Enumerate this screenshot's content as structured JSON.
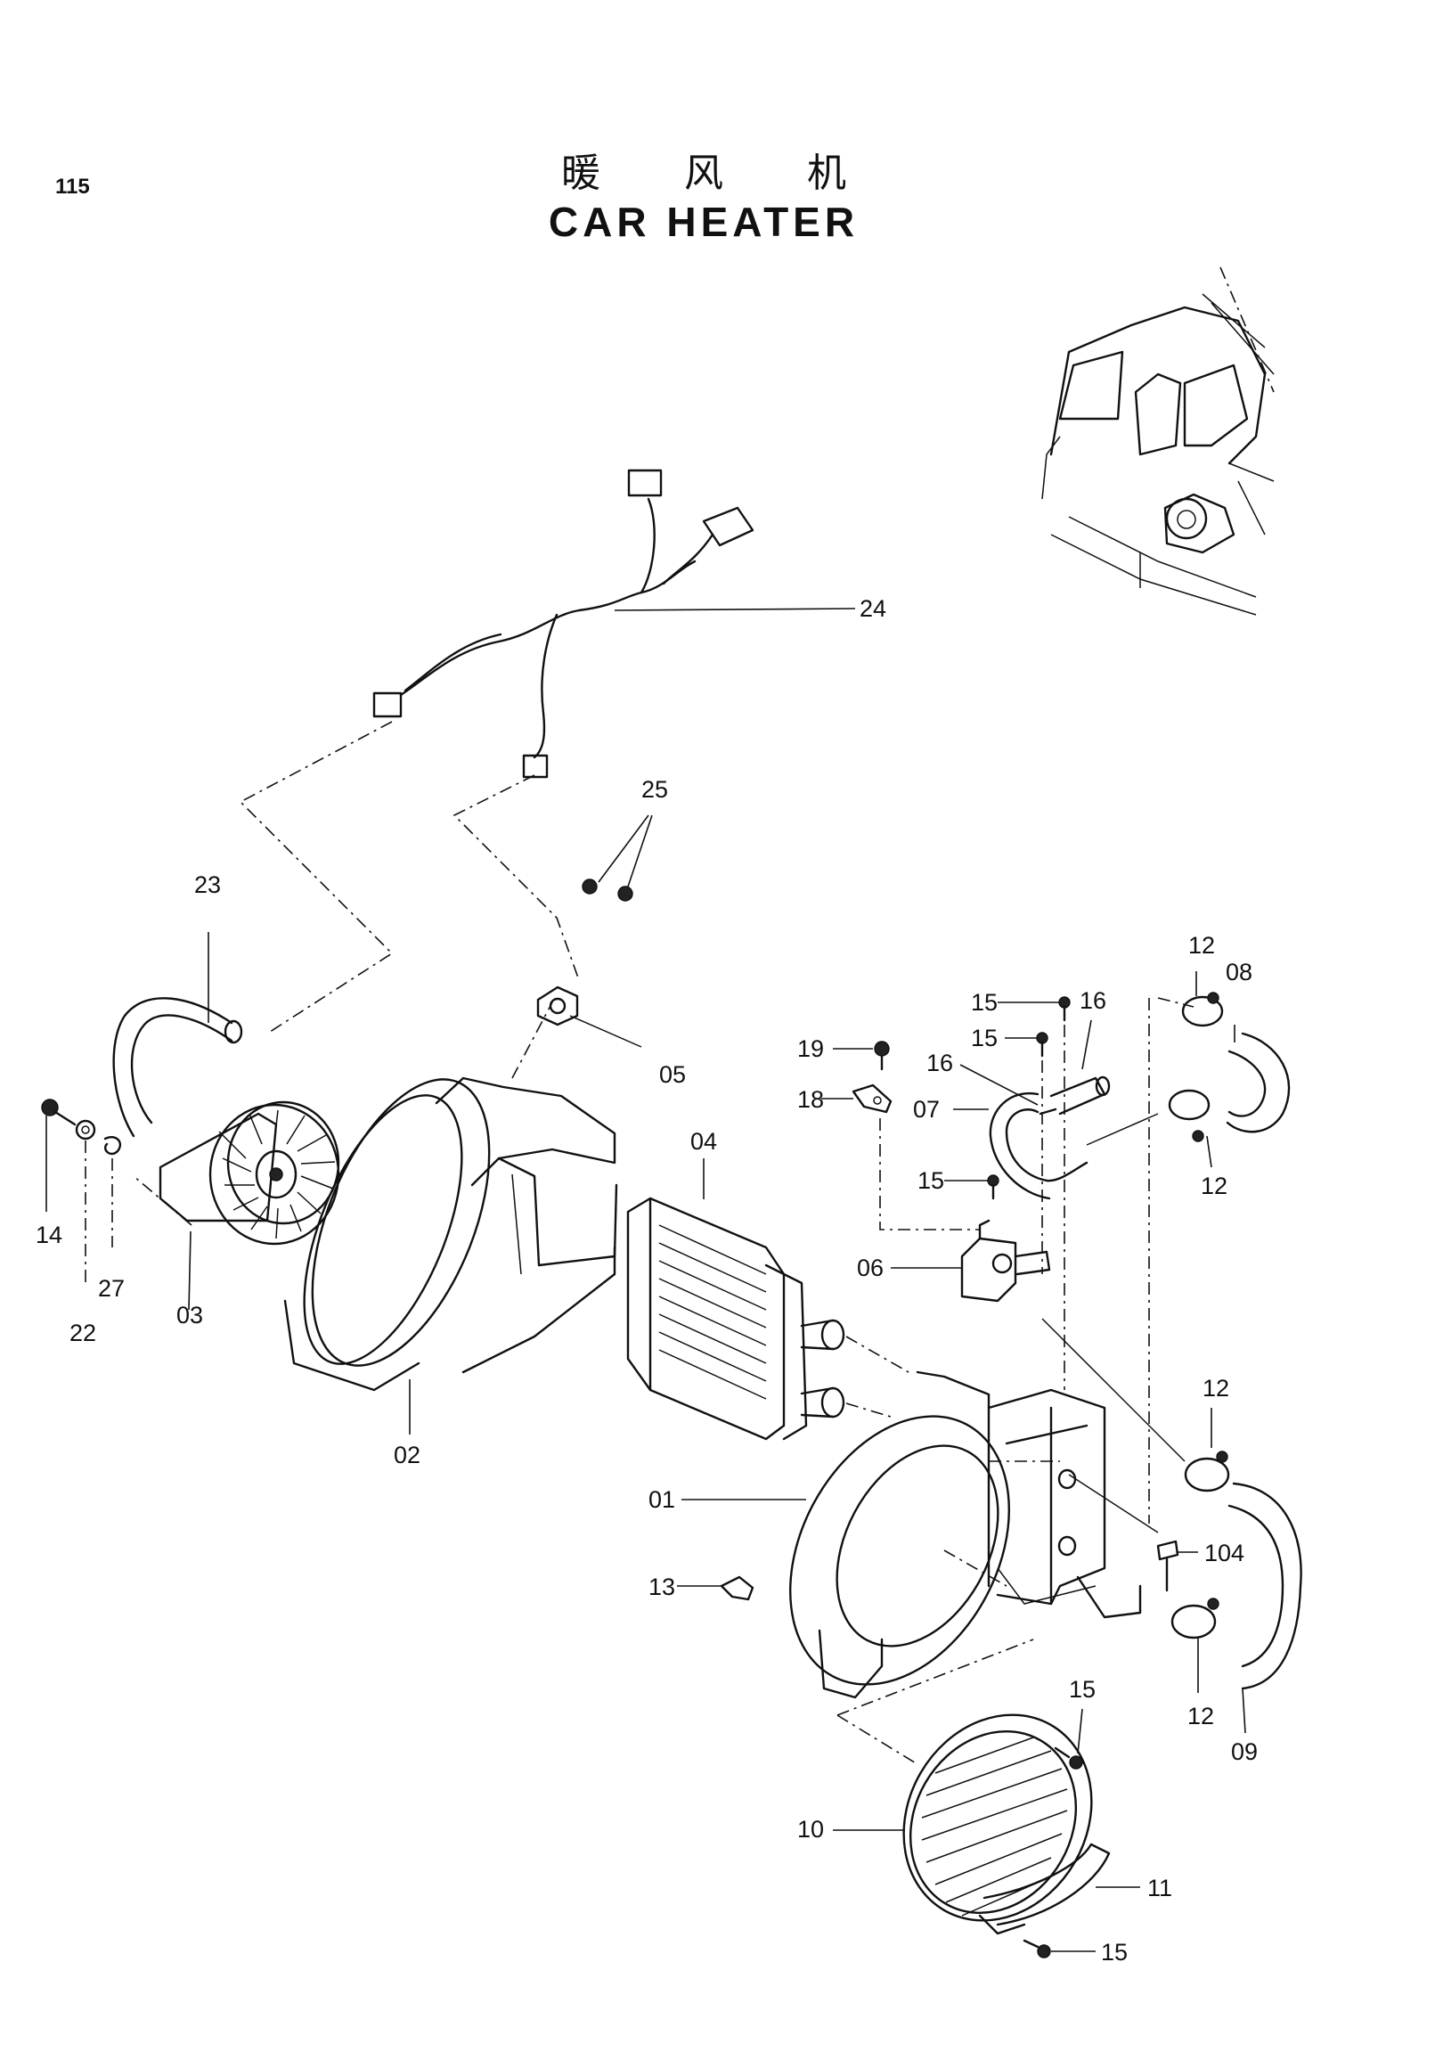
{
  "page_number": "115",
  "title_cn": "暖 风 机",
  "title_en": "CAR HEATER",
  "labels": {
    "p01": "01",
    "p02": "02",
    "p03": "03",
    "p04": "04",
    "p05": "05",
    "p06": "06",
    "p07": "07",
    "p08": "08",
    "p09": "09",
    "p10": "10",
    "p11": "11",
    "p12a": "12",
    "p12b": "12",
    "p12c": "12",
    "p12d": "12",
    "p13": "13",
    "p14": "14",
    "p15a": "15",
    "p15b": "15",
    "p15c": "15",
    "p15d": "15",
    "p15e": "15",
    "p16a": "16",
    "p16b": "16",
    "p18": "18",
    "p19": "19",
    "p22": "22",
    "p23": "23",
    "p24": "24",
    "p25": "25",
    "p27": "27",
    "p104": "104"
  }
}
